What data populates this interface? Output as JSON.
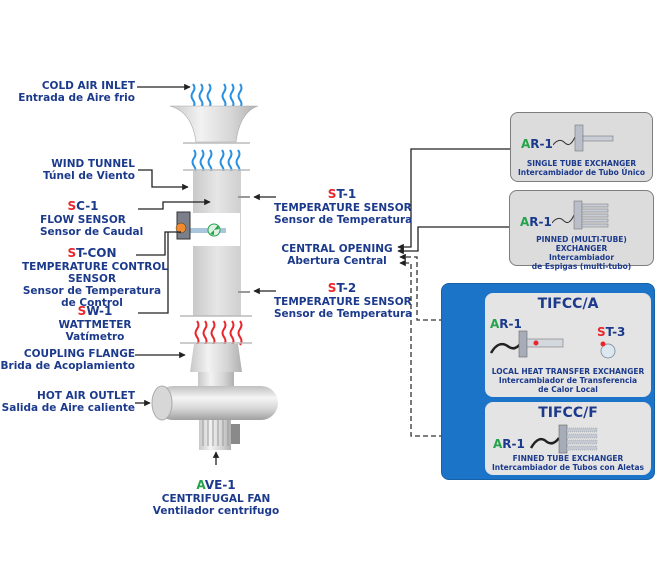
{
  "left_labels": {
    "cold_air_inlet": {
      "en": "COLD AIR INLET",
      "es": "Entrada de Aire frio"
    },
    "wind_tunnel": {
      "en": "WIND TUNNEL",
      "es": "Túnel de Viento"
    },
    "sc1": {
      "code_prefix": "S",
      "code_rest": "C-1",
      "en": "FLOW SENSOR",
      "es": "Sensor de Caudal"
    },
    "stcon": {
      "code_prefix": "S",
      "code_rest": "T-CON",
      "en1": "TEMPERATURE CONTROL",
      "en2": "SENSOR",
      "es1": "Sensor de Temperatura",
      "es2": "de Control"
    },
    "sw1": {
      "code_prefix": "S",
      "code_rest": "W-1",
      "en": "WATTMETER",
      "es": "Vatímetro"
    },
    "coupling_flange": {
      "en": "COUPLING FLANGE",
      "es": "Brida de Acoplamiento"
    },
    "hot_air_outlet": {
      "en": "HOT AIR OUTLET",
      "es": "Salida de Aire caliente"
    }
  },
  "bottom_label": {
    "code_prefix": "A",
    "code_rest": "VE-1",
    "en": "CENTRIFUGAL FAN",
    "es": "Ventilador centrifugo"
  },
  "center_labels": {
    "st1": {
      "code_prefix": "S",
      "code_rest": "T-1",
      "en": "TEMPERATURE SENSOR",
      "es": "Sensor de Temperatura"
    },
    "central_opening": {
      "en": "CENTRAL OPENING",
      "es": "Abertura Central"
    },
    "st2": {
      "code_prefix": "S",
      "code_rest": "T-2",
      "en": "TEMPERATURE SENSOR",
      "es": "Sensor de Temperatura"
    }
  },
  "exchangers": {
    "single": {
      "code_prefix": "A",
      "code_rest": "R-1",
      "en": "SINGLE TUBE EXCHANGER",
      "es": "Intercambiador de Tubo Único"
    },
    "pinned": {
      "code_prefix": "A",
      "code_rest": "R-1",
      "en": "PINNED (MULTI-TUBE) EXCHANGER",
      "es1": "Intercambiador",
      "es2": "de Espigas (multi-tubo)"
    },
    "tifcc_a": {
      "title": "TIFCC/A",
      "code_prefix": "A",
      "code_rest": "R-1",
      "sensor_prefix": "S",
      "sensor_rest": "T-3",
      "en": "LOCAL HEAT TRANSFER EXCHANGER",
      "es1": "Intercambiador de Transferencia",
      "es2": "de Calor Local"
    },
    "tifcc_f": {
      "title": "TIFCC/F",
      "code_prefix": "A",
      "code_rest": "R-1",
      "en": "FINNED TUBE EXCHANGER",
      "es": "Intercambiador de Tubos con Aletas"
    }
  },
  "colors": {
    "label_blue": "#1c3a8c",
    "code_red": "#e8262c",
    "code_green": "#23a34a",
    "panel_blue": "#1c74c9",
    "cold_air": "#2a8fe0",
    "hot_air": "#e8262c"
  }
}
